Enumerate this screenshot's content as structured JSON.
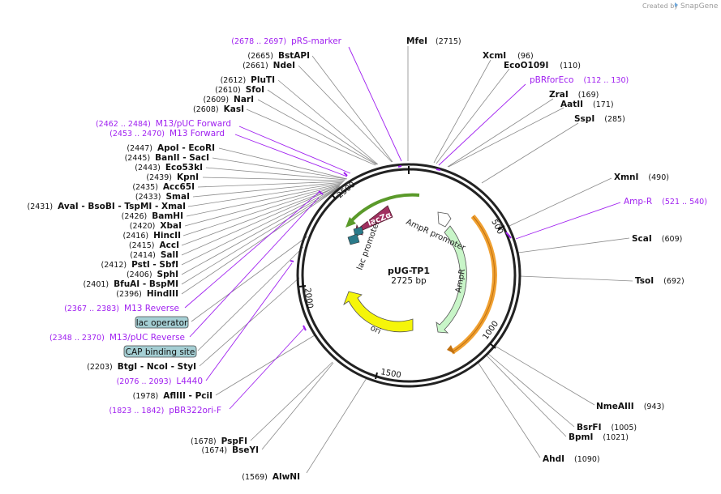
{
  "credit": {
    "prefix": "Created by",
    "brand": "SnapGene"
  },
  "plasmid": {
    "name": "pUG-TP1",
    "length": "2725 bp"
  },
  "colors": {
    "primer": "#a020f0",
    "ampr_feature": "#c8f5c8",
    "ori_feature": "#f5f50a",
    "lacz_feature": "#a03060",
    "lac_promoter_feature": "#c8f5c8",
    "ampr_orange_band": "#f0a030",
    "misc_box": "#a5cfd4",
    "backbone": "#222222"
  },
  "ring_ticks": [
    "500",
    "1000",
    "1500",
    "2000",
    "2500"
  ],
  "features": {
    "lacz": "lacZα",
    "lac_promoter": "lac promoter",
    "ampr_promoter": "AmpR promoter",
    "ampr": "AmpR",
    "ori": "ori"
  },
  "labels_right": [
    {
      "name": "MfeI",
      "pos": "(2715)"
    },
    {
      "name": "XcmI",
      "pos": "(96)"
    },
    {
      "name": "EcoO109I",
      "pos": "(110)"
    },
    {
      "name": "ZraI",
      "pos": "(169)"
    },
    {
      "name": "AatII",
      "pos": "(171)"
    },
    {
      "name": "SspI",
      "pos": "(285)"
    },
    {
      "name": "XmnI",
      "pos": "(490)"
    },
    {
      "name": "ScaI",
      "pos": "(609)"
    },
    {
      "name": "TsoI",
      "pos": "(692)"
    },
    {
      "name": "NmeAIII",
      "pos": "(943)"
    },
    {
      "name": "BsrFI",
      "pos": "(1005)"
    },
    {
      "name": "BpmI",
      "pos": "(1021)"
    },
    {
      "name": "AhdI",
      "pos": "(1090)"
    }
  ],
  "labels_left": [
    {
      "name": "BstAPI",
      "pos": "(2665)"
    },
    {
      "name": "NdeI",
      "pos": "(2661)"
    },
    {
      "name": "PluTI",
      "pos": "(2612)"
    },
    {
      "name": "SfoI",
      "pos": "(2610)"
    },
    {
      "name": "NarI",
      "pos": "(2609)"
    },
    {
      "name": "KasI",
      "pos": "(2608)"
    },
    {
      "name": "ApoI - EcoRI",
      "pos": "(2447)"
    },
    {
      "name": "BanII - SacI",
      "pos": "(2445)"
    },
    {
      "name": "Eco53kI",
      "pos": "(2443)"
    },
    {
      "name": "KpnI",
      "pos": "(2439)"
    },
    {
      "name": "Acc65I",
      "pos": "(2435)"
    },
    {
      "name": "SmaI",
      "pos": "(2433)"
    },
    {
      "name": "AvaI - BsoBI - TspMI - XmaI",
      "pos": "(2431)"
    },
    {
      "name": "BamHI",
      "pos": "(2426)"
    },
    {
      "name": "XbaI",
      "pos": "(2420)"
    },
    {
      "name": "HincII",
      "pos": "(2416)"
    },
    {
      "name": "AccI",
      "pos": "(2415)"
    },
    {
      "name": "SalI",
      "pos": "(2414)"
    },
    {
      "name": "PstI - SbfI",
      "pos": "(2412)"
    },
    {
      "name": "SphI",
      "pos": "(2406)"
    },
    {
      "name": "BfuAI - BspMI",
      "pos": "(2401)"
    },
    {
      "name": "HindIII",
      "pos": "(2396)"
    },
    {
      "name": "BtgI - NcoI - StyI",
      "pos": "(2203)"
    },
    {
      "name": "AflIII - PciI",
      "pos": "(1978)"
    },
    {
      "name": "PspFI",
      "pos": "(1678)"
    },
    {
      "name": "BseYI",
      "pos": "(1674)"
    },
    {
      "name": "AlwNI",
      "pos": "(1569)"
    }
  ],
  "primers": [
    {
      "name": "pRS-marker",
      "pos": "(2678 .. 2697)"
    },
    {
      "name": "pBRforEco",
      "pos": "(112 .. 130)"
    },
    {
      "name": "Amp-R",
      "pos": "(521 .. 540)"
    },
    {
      "name": "M13/pUC Forward",
      "pos": "(2462 .. 2484)"
    },
    {
      "name": "M13 Forward",
      "pos": "(2453 .. 2470)"
    },
    {
      "name": "M13 Reverse",
      "pos": "(2367 .. 2383)"
    },
    {
      "name": "M13/pUC Reverse",
      "pos": "(2348 .. 2370)"
    },
    {
      "name": "L4440",
      "pos": "(2076 .. 2093)"
    },
    {
      "name": "pBR322ori-F",
      "pos": "(1823 .. 1842)"
    }
  ],
  "boxed_features": [
    {
      "name": "lac operator"
    },
    {
      "name": "CAP binding site"
    }
  ]
}
